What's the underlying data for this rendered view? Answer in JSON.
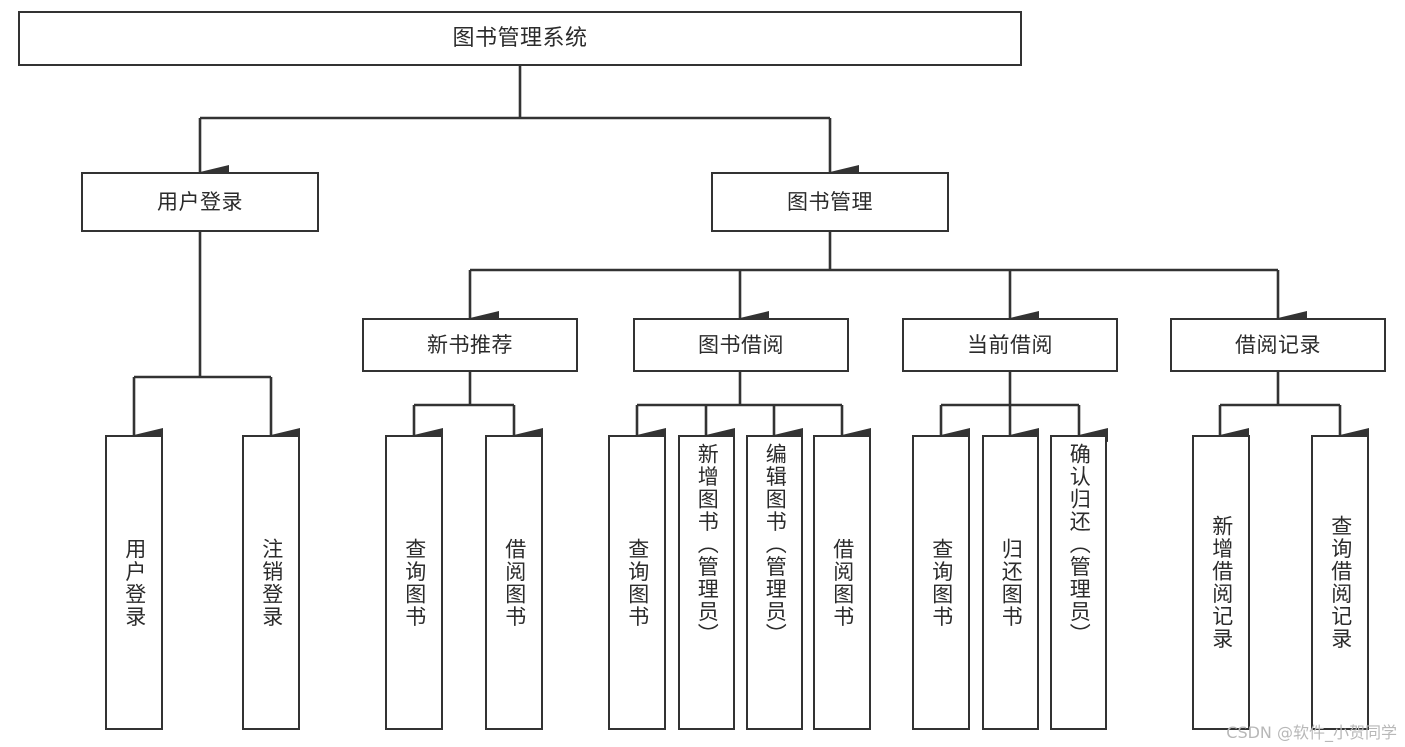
{
  "diagram": {
    "type": "tree-hierarchy",
    "title": "图书管理系统",
    "orientation": "top-down",
    "colors": {
      "line": "#333333",
      "box_border": "#333333",
      "box_fill": "#ffffff",
      "text": "#2b2b2b",
      "watermark": "#b8b8b8",
      "background": "#ffffff"
    },
    "root": {
      "label": "图书管理系统"
    },
    "level2": [
      {
        "label": "用户登录"
      },
      {
        "label": "图书管理"
      }
    ],
    "level3": [
      {
        "label": "新书推荐"
      },
      {
        "label": "图书借阅"
      },
      {
        "label": "当前借阅"
      },
      {
        "label": "借阅记录"
      }
    ],
    "leaves": {
      "user_login": [
        {
          "label": "用户登录"
        },
        {
          "label": "注销登录"
        }
      ],
      "new_book_recommend": [
        {
          "label": "查询图书"
        },
        {
          "label": "借阅图书"
        }
      ],
      "book_borrow": [
        {
          "label": "查询图书"
        },
        {
          "label": "新增图书（管理员）"
        },
        {
          "label": "编辑图书（管理员）"
        },
        {
          "label": "借阅图书"
        }
      ],
      "current_borrow": [
        {
          "label": "查询图书"
        },
        {
          "label": "归还图书"
        },
        {
          "label": "确认归还（管理员）"
        }
      ],
      "borrow_record": [
        {
          "label": "新增借阅记录"
        },
        {
          "label": "查询借阅记录"
        }
      ]
    }
  },
  "watermark": {
    "text": "CSDN @软件_小贺同学"
  }
}
